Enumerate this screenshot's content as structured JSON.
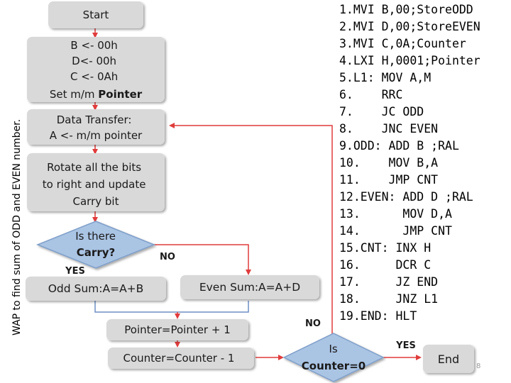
{
  "slide": {
    "side_title": "WAP to find sum of ODD and EVEN number.",
    "page_number": "8"
  },
  "flowchart": {
    "start": "Start",
    "init": [
      "B <- 00h",
      "D<- 00h",
      "C <- 0Ah",
      "Set m/m ",
      "Pointer"
    ],
    "data_transfer": [
      "Data Transfer:",
      "A <- m/m pointer"
    ],
    "rotate": [
      "Rotate all the bits",
      "to right and update",
      "Carry bit"
    ],
    "carry_decision": [
      "Is there",
      "Carry?"
    ],
    "carry_yes": "YES",
    "carry_no": "NO",
    "odd_sum": "Odd Sum:A=A+B",
    "even_sum": "Even Sum:A=A+D",
    "pointer_inc": "Pointer=Pointer + 1",
    "counter_dec": "Counter=Counter - 1",
    "counter_decision": [
      "Is",
      "Counter=0"
    ],
    "counter_yes": "YES",
    "counter_no": "NO",
    "end": "End"
  },
  "code": [
    "1.MVI B,00;StoreODD",
    "2.MVI D,00;StoreEVEN",
    "3.MVI C,0A;Counter",
    "4.LXI H,0001;Pointer",
    "5.L1: MOV A,M",
    "6.    RRC",
    "7.    JC ODD",
    "8.    JNC EVEN",
    "9.ODD: ADD B ;RAL",
    "10.    MOV B,A",
    "11.    JMP CNT",
    "12.EVEN: ADD D ;RAL",
    "13.      MOV D,A",
    "14.      JMP CNT",
    "15.CNT: INX H",
    "16.     DCR C",
    "17.     JZ END",
    "18.     JNZ L1",
    "19.END: HLT"
  ],
  "colors": {
    "box_fill": "#d9d9d9",
    "diamond_fill": "#aac4e4",
    "diamond_stroke": "#7f9fc9",
    "arrow": "#e03c3c",
    "connector": "#6e8fc4"
  }
}
